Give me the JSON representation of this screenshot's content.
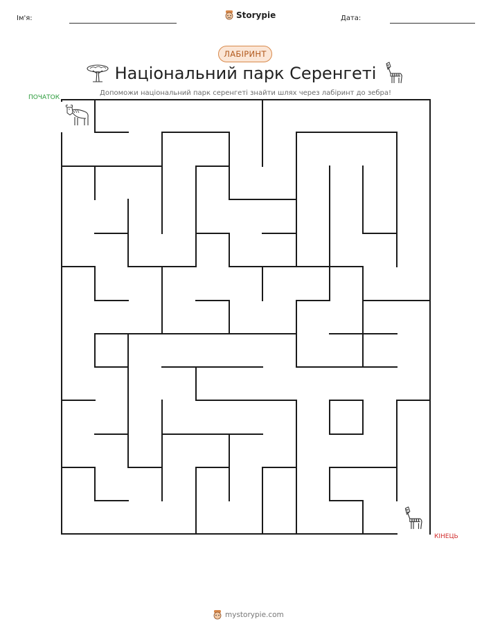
{
  "header": {
    "name_label": "Ім'я:",
    "date_label": "Дата:",
    "brand": "Storypie"
  },
  "badge": "ЛАБІРИНТ",
  "title": "Національний парк Серенгеті",
  "subtitle": "Допоможи національний парк серенгеті знайти шлях через лабіринт до зебра!",
  "maze": {
    "start_label": "ПОЧАТОК",
    "end_label": "КІНЕЦЬ"
  },
  "icons": {
    "left_of_title": "acacia-tree-icon",
    "right_of_title": "zebra-icon",
    "start": "wildebeest-icon",
    "end": "zebra-icon"
  },
  "footer": {
    "site": "mystorypie.com"
  },
  "colors": {
    "accent": "#d8884a",
    "start": "#2a9a3a",
    "end": "#d02a2a"
  }
}
